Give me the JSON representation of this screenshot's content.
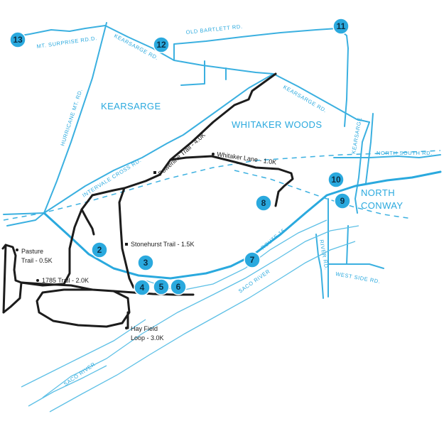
{
  "colors": {
    "road": "#3bb0e0",
    "marker": "#2aa9de",
    "trail": "#1c1c1c",
    "background": "#ffffff"
  },
  "areas": {
    "kearsarge": "KEARSARGE",
    "whitaker_woods": "WHITAKER WOODS",
    "north_conway_1": "NORTH",
    "north_conway_2": "CONWAY"
  },
  "roads": {
    "mt_surprise": "MT. SURPRISE RD.D.",
    "kearsarge_rd_1": "KEARSARGE RD.",
    "kearsarge_rd_2": "KEARSARGE RD.",
    "kearsarge_vert": "KEARSARGE",
    "old_bartlett": "OLD BARTLETT RD.",
    "hurricane_mt": "HURRICANE MT. RD.",
    "intervale_cross": "INTERVALE CROSS RD.",
    "north_south": "NORTH SOUTH RD.",
    "route_16": "ROUTE 16",
    "river_rd": "RIVER RD.",
    "west_side": "WEST SIDE RD.",
    "saco_river_1": "SACO RIVER",
    "saco_river_2": "SACO RIVER"
  },
  "trails": {
    "powerline": "Powerline Trail - 4.0K",
    "whitaker_lane": "Whitaker Lane - 1.0K",
    "stonehurst": "Stonehurst Trail - 1.5K",
    "pasture_1": "Pasture",
    "pasture_2": "Trail - 0.5K",
    "trail_1785": "1785 Trail - 2.0K",
    "hayfield_1": "Hay Field",
    "hayfield_2": "Loop - 3.0K"
  },
  "markers": {
    "m2": "2",
    "m3": "3",
    "m4": "4",
    "m5": "5",
    "m6": "6",
    "m7": "7",
    "m8": "8",
    "m9": "9",
    "m10": "10",
    "m11": "11",
    "m12": "12",
    "m13": "13"
  }
}
